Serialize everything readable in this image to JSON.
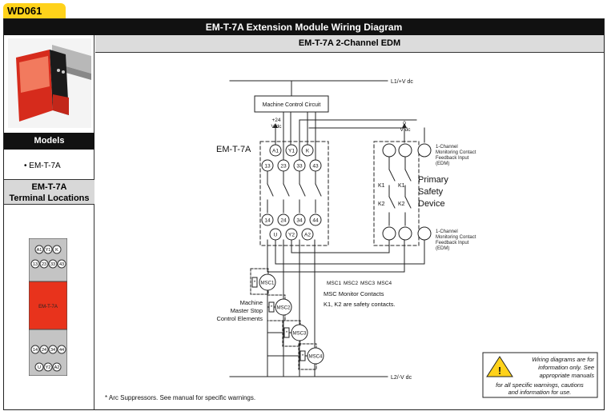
{
  "tag": "WD061",
  "header": {
    "title": "EM-T-7A Extension Module Wiring Diagram",
    "subtitle": "EM-T-7A 2-Channel EDM"
  },
  "sidebar": {
    "models_heading": "Models",
    "model_item": "• EM-T-7A",
    "terminal_heading_line1": "EM-T-7A",
    "terminal_heading_line2": "Terminal Locations",
    "module_label": "EM-T-7A",
    "top_terminals_row1": [
      "A1",
      "Y1",
      "K"
    ],
    "top_terminals_row2": [
      "13",
      "23",
      "33",
      "43"
    ],
    "bottom_terminals_row1": [
      "14",
      "24",
      "34",
      "44"
    ],
    "bottom_terminals_row2": [
      "U",
      "Y2",
      "A2"
    ]
  },
  "diagram": {
    "supply_top": "L1/+V dc",
    "supply_bottom": "L2/-V dc",
    "mcc_label": "Machine Control Circuit",
    "plus24": "+24",
    "plus24_unit": "V dc",
    "zero": "0",
    "zero_unit": "V dc",
    "module_name": "EM-T-7A",
    "top_terminals": [
      "A1",
      "Y1",
      "K"
    ],
    "contact_top": [
      "13",
      "23",
      "33",
      "43"
    ],
    "contact_bottom": [
      "14",
      "24",
      "34",
      "44"
    ],
    "bottom_terminals": [
      "U",
      "Y2",
      "A2"
    ],
    "k_labels": [
      "K1",
      "K1",
      "K2",
      "K2"
    ],
    "edm_top": [
      "1-Channel",
      "Monitoring Contact",
      "Feedback Input",
      "(EDM)"
    ],
    "edm_bottom": [
      "1-Channel",
      "Monitoring Contact",
      "Feedback Input",
      "(EDM)"
    ],
    "primary": [
      "Primary",
      "Safety",
      "Device"
    ],
    "msc_list": [
      "MSC1",
      "MSC2",
      "MSC3",
      "MSC4"
    ],
    "msc_monitor": "MSC Monitor Contacts",
    "k_note": "K1, K2 are safety contacts.",
    "machine_label": [
      "Machine",
      "Master Stop",
      "Control Elements"
    ],
    "coils": [
      "MSC1",
      "MSC2",
      "MSC3",
      "MSC4"
    ],
    "asterisk": "*",
    "footnote": "* Arc Suppressors. See manual for specific warnings.",
    "warning": [
      "Wiring diagrams are for",
      "information only. See",
      "appropriate manuals",
      "for all specific warnings, cautions",
      "and information for use."
    ]
  },
  "colors": {
    "yellow": "#ffd21a",
    "module_red": "#e8331c",
    "header": "#111111"
  }
}
